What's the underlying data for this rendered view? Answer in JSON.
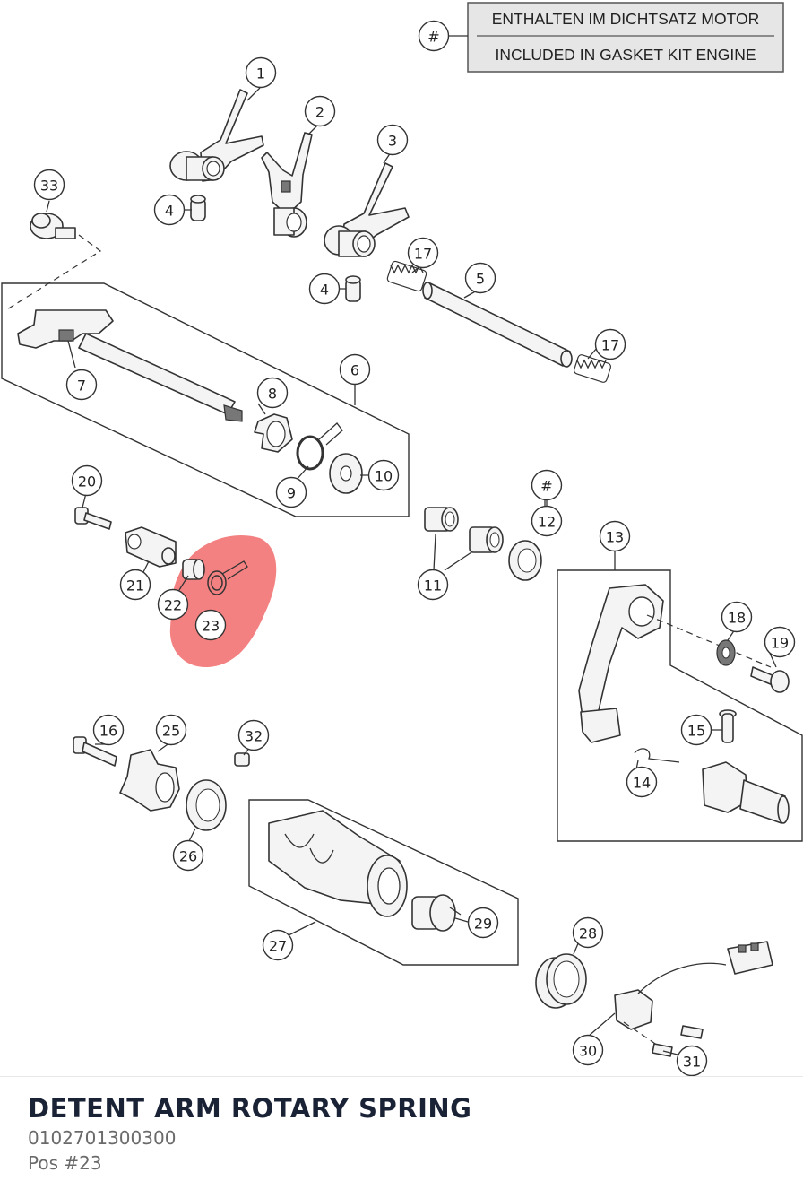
{
  "legend": {
    "symbol": "#",
    "line1": "ENTHALTEN IM DICHTSATZ MOTOR",
    "line2": "INCLUDED IN GASKET KIT ENGINE"
  },
  "callouts": [
    {
      "id": "c1",
      "label": "1"
    },
    {
      "id": "c2",
      "label": "2"
    },
    {
      "id": "c3",
      "label": "3"
    },
    {
      "id": "c4a",
      "label": "4"
    },
    {
      "id": "c4b",
      "label": "4"
    },
    {
      "id": "c5",
      "label": "5"
    },
    {
      "id": "c6",
      "label": "6"
    },
    {
      "id": "c7",
      "label": "7"
    },
    {
      "id": "c8",
      "label": "8"
    },
    {
      "id": "c9",
      "label": "9"
    },
    {
      "id": "c10",
      "label": "10"
    },
    {
      "id": "c11",
      "label": "11"
    },
    {
      "id": "c12hash",
      "label": "#"
    },
    {
      "id": "c12",
      "label": "12"
    },
    {
      "id": "c13",
      "label": "13"
    },
    {
      "id": "c14",
      "label": "14"
    },
    {
      "id": "c15",
      "label": "15"
    },
    {
      "id": "c16",
      "label": "16"
    },
    {
      "id": "c17a",
      "label": "17"
    },
    {
      "id": "c17b",
      "label": "17"
    },
    {
      "id": "c18",
      "label": "18"
    },
    {
      "id": "c19",
      "label": "19"
    },
    {
      "id": "c20",
      "label": "20"
    },
    {
      "id": "c21",
      "label": "21"
    },
    {
      "id": "c22",
      "label": "22"
    },
    {
      "id": "c23",
      "label": "23"
    },
    {
      "id": "c25",
      "label": "25"
    },
    {
      "id": "c26",
      "label": "26"
    },
    {
      "id": "c27",
      "label": "27"
    },
    {
      "id": "c28",
      "label": "28"
    },
    {
      "id": "c29",
      "label": "29"
    },
    {
      "id": "c30",
      "label": "30"
    },
    {
      "id": "c31",
      "label": "31"
    },
    {
      "id": "c32",
      "label": "32"
    },
    {
      "id": "c33",
      "label": "33"
    }
  ],
  "highlight": {
    "position": "23",
    "color": "#f26b6b"
  },
  "part": {
    "name": "DETENT ARM ROTARY SPRING",
    "number": "0102701300300",
    "position": "Pos #23"
  }
}
